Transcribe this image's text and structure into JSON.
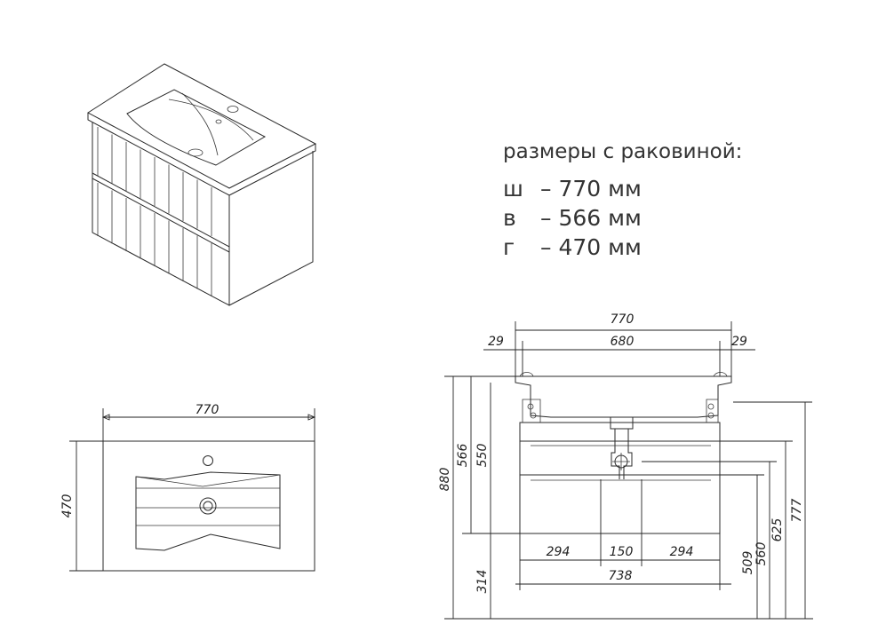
{
  "specs": {
    "title": "размеры с раковиной:",
    "rows": [
      {
        "key": "ш",
        "value": "– 770 мм"
      },
      {
        "key": "в",
        "value": "– 566 мм"
      },
      {
        "key": "г",
        "value": "– 470 мм"
      }
    ]
  },
  "top_view": {
    "width_label": "770",
    "depth_label": "470"
  },
  "front_view": {
    "overall_width": "770",
    "inner_width": "680",
    "left_margin": "29",
    "right_margin": "29",
    "height_880": "880",
    "height_566": "566",
    "height_550": "550",
    "floor_314": "314",
    "bottom_left": "294",
    "bottom_center": "150",
    "bottom_right": "294",
    "bottom_total": "738",
    "h_509": "509",
    "h_560": "560",
    "h_625": "625",
    "h_777": "777"
  }
}
